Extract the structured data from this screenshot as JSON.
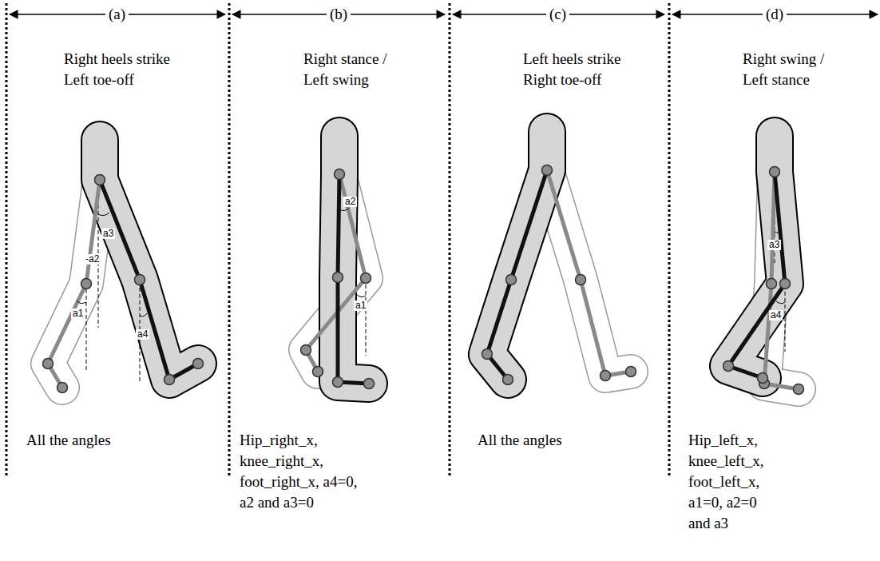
{
  "diagram": {
    "labels": [
      "(a)",
      "(b)",
      "(c)",
      "(d)",
      "Right heels strike",
      "Left toe-off",
      "Right stance /",
      "Left swing",
      "Left heels strike",
      "Right toe-off",
      "Right swing /",
      "Left stance",
      "All the angles",
      "Hip_right_x,",
      "knee_right_x,",
      "foot_right_x, a4=0,",
      "a2 and a3=0",
      "All the angles",
      "Hip_left_x,",
      "knee_left_x,",
      "foot_left_x,",
      "a1=0, a2=0",
      "and a3",
      "a3",
      "-a2",
      "a1",
      "a4",
      "a2",
      "a1",
      "a3",
      "a4"
    ]
  }
}
